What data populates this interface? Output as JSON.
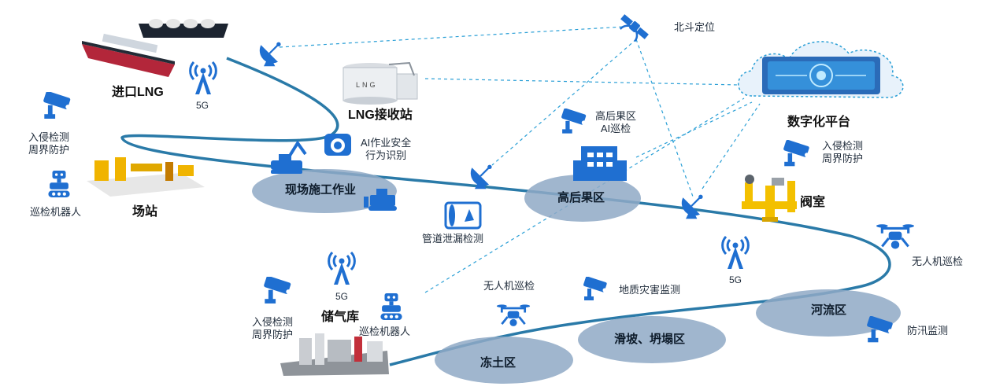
{
  "colors": {
    "pipeline": "#2a7aa8",
    "link": "#2a9fd6",
    "icon": "#1f6fd1",
    "zone_fill": "#8fa9c6",
    "cloud_fill": "#e8f2fb",
    "cloud_stroke": "#2a9fd6",
    "robot": "#1f6fd1"
  },
  "labels": {
    "beidou": "北斗定位",
    "lng_import": "进口LNG",
    "fiveg_top": "5G",
    "lng_station": "LNG接收站",
    "lng_tank_text": "LNG",
    "digital_platform": "数字化平台",
    "intrusion_left_1": "入侵检测",
    "intrusion_left_2": "周界防护",
    "robot_left": "巡检机器人",
    "station": "场站",
    "ai_safety_1": "AI作业安全",
    "ai_safety_2": "行为识别",
    "gaohouguo_ai_1": "高后果区",
    "gaohouguo_ai_2": "AI巡检",
    "construction": "现场施工作业",
    "gaohouguo_zone": "高后果区",
    "intrusion_right_1": "入侵检测",
    "intrusion_right_2": "周界防护",
    "valve_room": "阀室",
    "leak_detect": "管道泄漏检测",
    "drone_right": "无人机巡检",
    "fiveg_right": "5G",
    "fiveg_storage": "5G",
    "intrusion_storage_1": "入侵检测",
    "intrusion_storage_2": "周界防护",
    "storage": "储气库",
    "robot_storage": "巡检机器人",
    "drone_mid": "无人机巡检",
    "geo_monitor": "地质灾害监测",
    "river_zone": "河流区",
    "flood_monitor": "防汛监测",
    "frozen_zone": "冻土区",
    "landslide_zone": "滑坡、坍塌区"
  }
}
